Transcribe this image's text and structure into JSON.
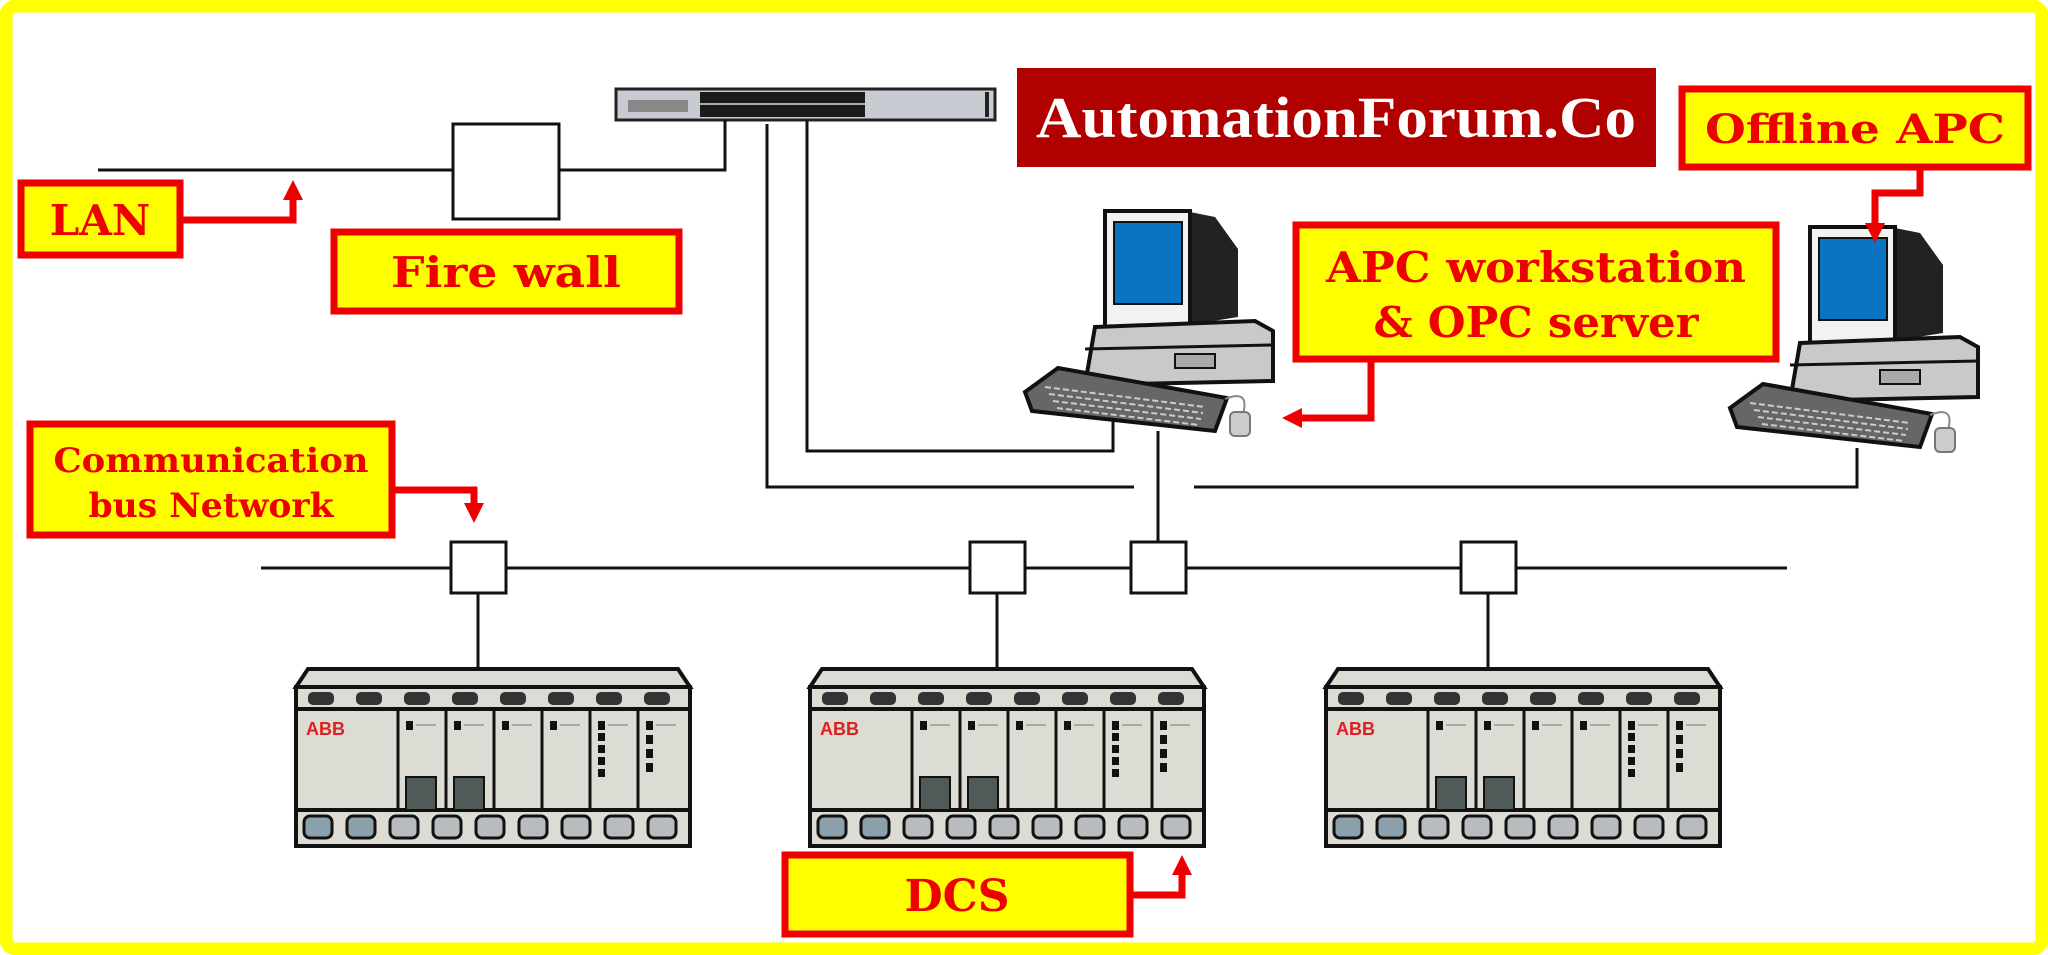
{
  "banner": {
    "text": "AutomationForum.Co",
    "color": "#b00000"
  },
  "labels": {
    "lan": "LAN",
    "firewall": "Fire wall",
    "offline_apc": "Offline APC",
    "apc_workstation_line1": "APC workstation",
    "apc_workstation_line2": "& OPC server",
    "comm_bus_line1": "Communication",
    "comm_bus_line2": "bus Network",
    "dcs": "DCS"
  },
  "dcs_logo": "ABB",
  "colors": {
    "frame": "#ffff00",
    "label_fill": "#ffff00",
    "label_text": "#ee0000",
    "screen": "#0a74c4"
  },
  "icons": [
    "network-switch",
    "firewall",
    "computer-workstation",
    "dcs-rack",
    "bus-node"
  ]
}
